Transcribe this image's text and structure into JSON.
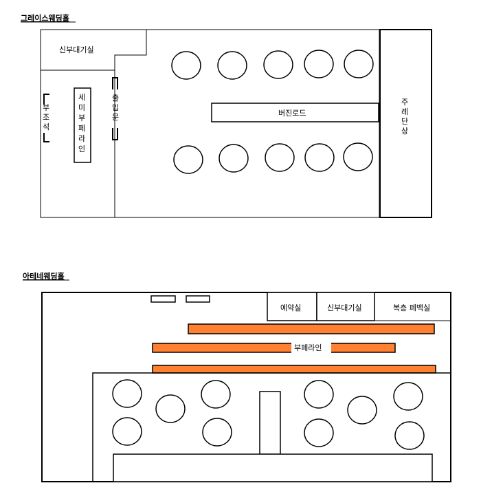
{
  "hall1": {
    "title": "그레이스웨딩홀",
    "bride_room": "신부대기실",
    "buffet_seats": [
      "부",
      "조",
      "석"
    ],
    "semi_buffet": [
      "세",
      "미",
      "부",
      "페",
      "라",
      "인"
    ],
    "entrance": [
      "출",
      "입",
      "문"
    ],
    "virgin_road": "버진로드",
    "stage": [
      "주",
      "례",
      "단",
      "상"
    ]
  },
  "hall2": {
    "title": "아테네웨딩홀",
    "reservation_room": "예약실",
    "bride_room": "신부대기실",
    "pyebaek_room": "복층 폐백실",
    "buffet_line": "부페라인"
  }
}
